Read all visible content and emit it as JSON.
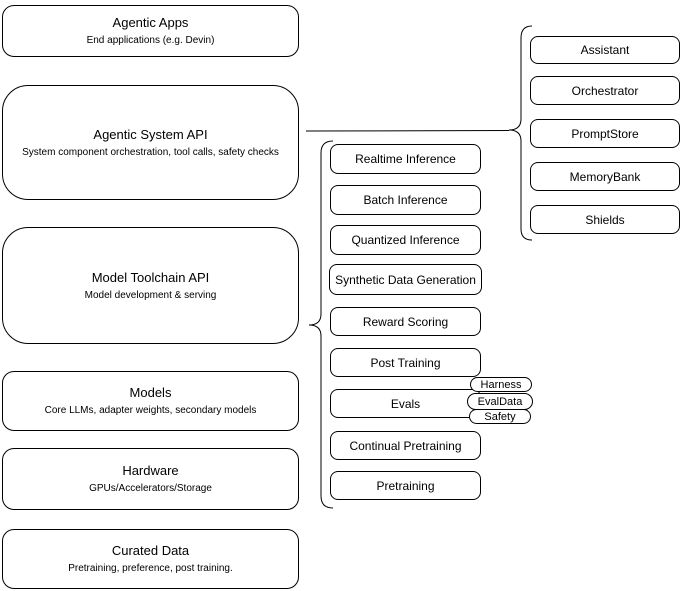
{
  "diagram": {
    "title": "Agentic system architecture diagram",
    "colors": {
      "stroke": "#000000",
      "fill": "#ffffff",
      "text": "#000000"
    },
    "left_stack": [
      {
        "title": "Agentic Apps",
        "subtitle": "End applications (e.g. Devin)"
      },
      {
        "title": "Agentic System API",
        "subtitle": "System component orchestration, tool calls, safety checks"
      },
      {
        "title": "Model Toolchain API",
        "subtitle": "Model development & serving"
      },
      {
        "title": "Models",
        "subtitle": "Core LLMs, adapter weights, secondary models"
      },
      {
        "title": "Hardware",
        "subtitle": "GPUs/Accelerators/Storage"
      },
      {
        "title": "Curated Data",
        "subtitle": "Pretraining, preference, post training."
      }
    ],
    "toolchain_items": [
      "Realtime Inference",
      "Batch Inference",
      "Quantized Inference",
      "Synthetic Data Generation",
      "Reward Scoring",
      "Post Training",
      "Evals",
      "Continual Pretraining",
      "Pretraining"
    ],
    "evals_tags": [
      "Harness",
      "EvalData",
      "Safety"
    ],
    "system_components": [
      "Assistant",
      "Orchestrator",
      "PromptStore",
      "MemoryBank",
      "Shields"
    ]
  }
}
